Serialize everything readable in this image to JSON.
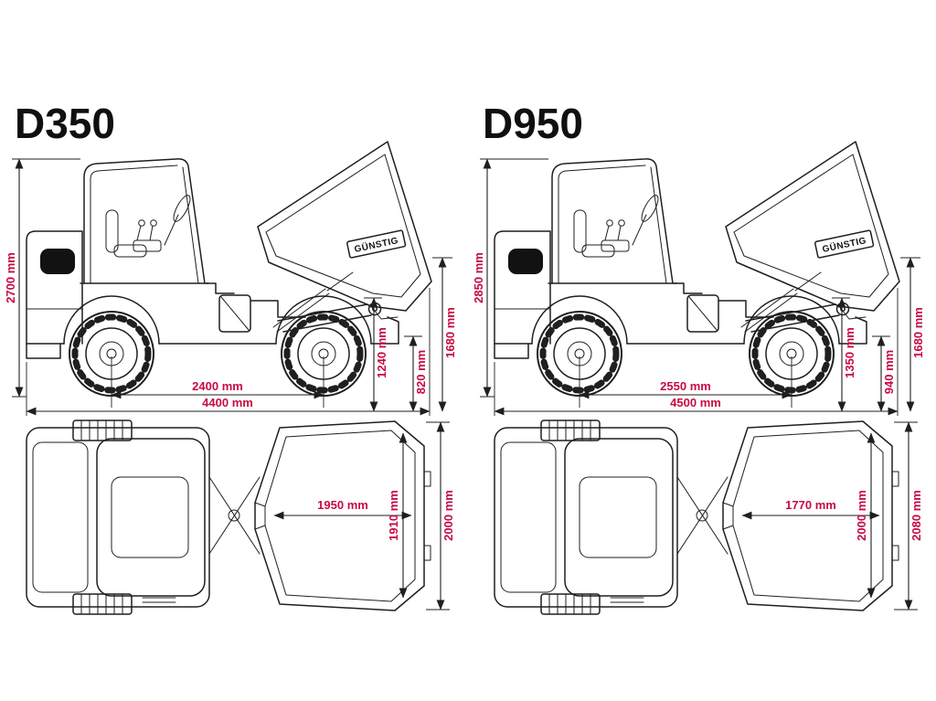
{
  "document": {
    "type": "dimension-diagram",
    "background": "#ffffff"
  },
  "colors": {
    "line": "#1f1f1f",
    "dimension_text": "#c60b43",
    "title_text": "#101010"
  },
  "panels": [
    {
      "title": "D350",
      "brand_label": "GÜNSTIG",
      "side_view": {
        "overall_height": "2700 mm",
        "pivot_height": "1240 mm",
        "chassis_height": "820 mm",
        "skip_height": "1680 mm",
        "wheelbase": "2400 mm",
        "overall_length": "4400 mm"
      },
      "top_view": {
        "skip_inner_width": "1950 mm",
        "skip_inner_length": "1910 mm",
        "overall_width": "2000 mm"
      }
    },
    {
      "title": "D950",
      "brand_label": "GÜNSTIG",
      "side_view": {
        "overall_height": "2850 mm",
        "pivot_height": "1350 mm",
        "chassis_height": "940 mm",
        "skip_height": "1680 mm",
        "wheelbase": "2550 mm",
        "overall_length": "4500 mm"
      },
      "top_view": {
        "skip_inner_width": "1770 mm",
        "skip_inner_length": "2000 mm",
        "overall_width": "2080 mm"
      }
    }
  ]
}
